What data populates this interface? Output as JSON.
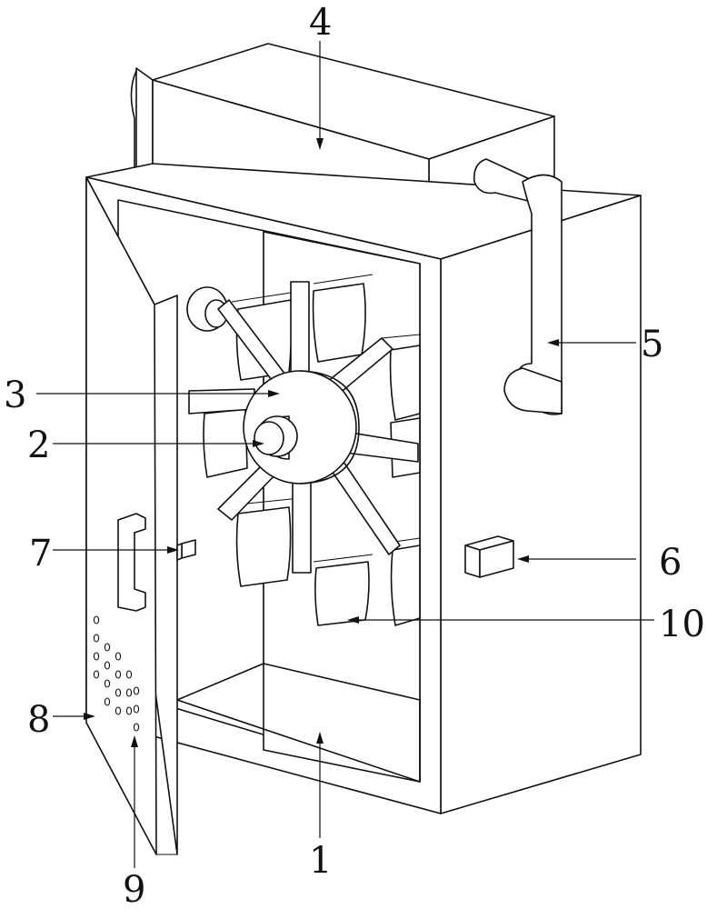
{
  "figure": {
    "labels": [
      {
        "id": "housing",
        "text": "1"
      },
      {
        "id": "shaft",
        "text": "2"
      },
      {
        "id": "hub-disc",
        "text": "3"
      },
      {
        "id": "top-box",
        "text": "4"
      },
      {
        "id": "pipe",
        "text": "5"
      },
      {
        "id": "sensor-box",
        "text": "6"
      },
      {
        "id": "door-sensor",
        "text": "7"
      },
      {
        "id": "door",
        "text": "8"
      },
      {
        "id": "vent-holes",
        "text": "9"
      },
      {
        "id": "hanging-bag",
        "text": "10"
      }
    ]
  },
  "colors": {
    "line": "#111111",
    "background": "#ffffff"
  }
}
